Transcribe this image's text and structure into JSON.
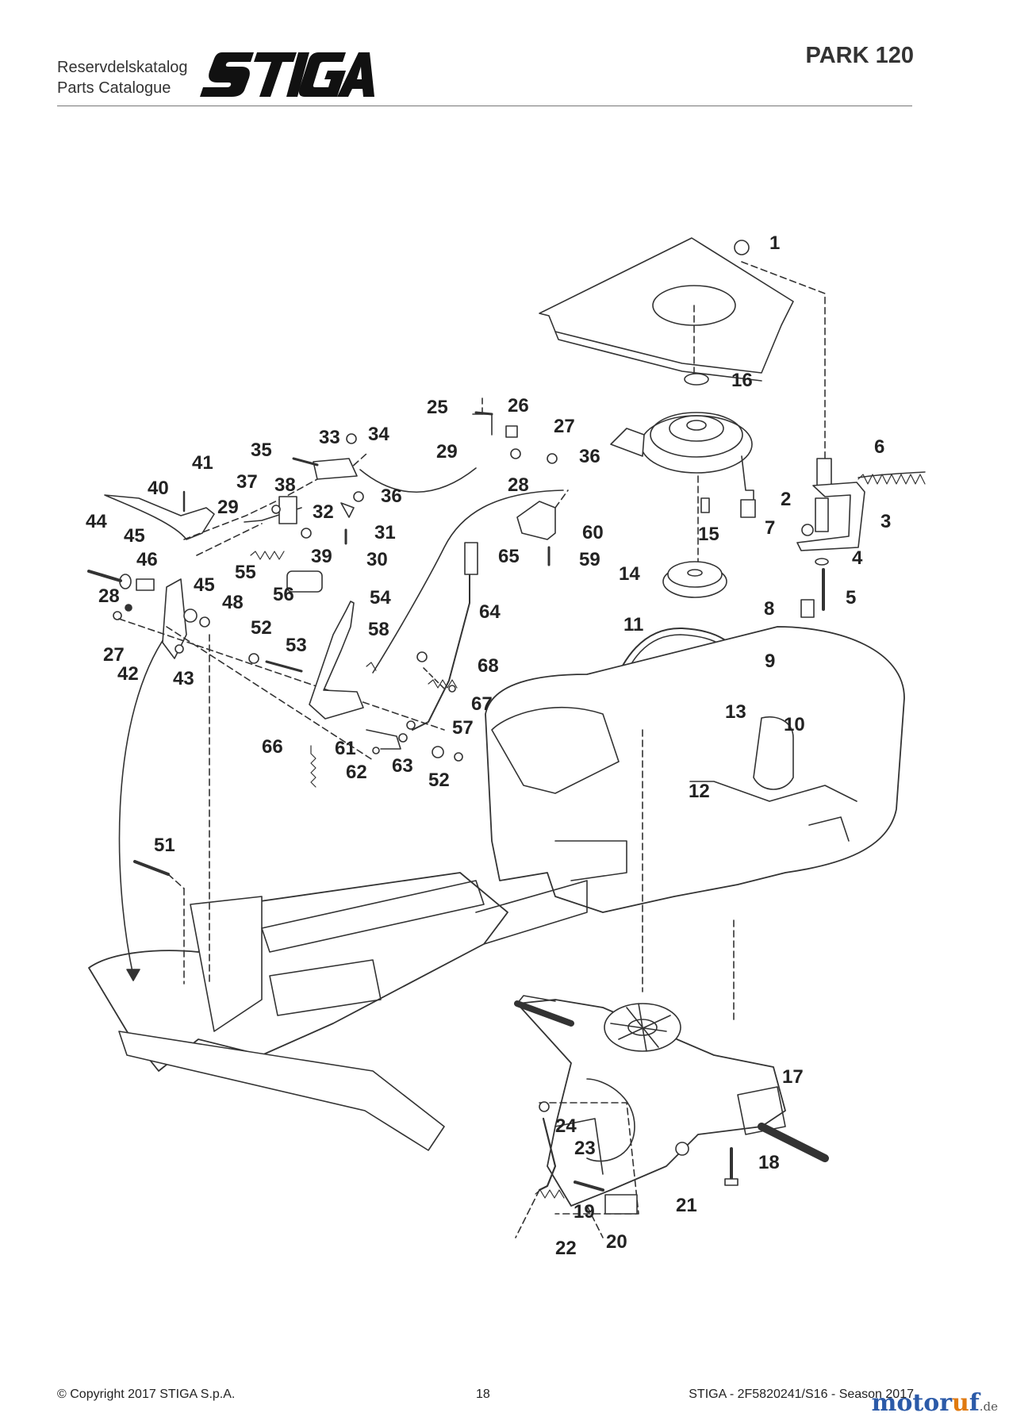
{
  "header": {
    "catalog_line1": "Reservdelskatalog",
    "catalog_line2": "Parts Catalogue",
    "brand": "STIGA",
    "model": "PARK 120"
  },
  "callouts": [
    "1",
    "2",
    "3",
    "4",
    "5",
    "6",
    "7",
    "8",
    "9",
    "10",
    "11",
    "12",
    "13",
    "14",
    "15",
    "16",
    "17",
    "18",
    "19",
    "20",
    "21",
    "22",
    "23",
    "24",
    "25",
    "26",
    "27",
    "28",
    "29",
    "30",
    "31",
    "32",
    "33",
    "34",
    "35",
    "36",
    "37",
    "38",
    "39",
    "40",
    "41",
    "42",
    "43",
    "44",
    "45",
    "46",
    "48",
    "51",
    "52",
    "53",
    "54",
    "55",
    "56",
    "57",
    "58",
    "59",
    "60",
    "61",
    "62",
    "63",
    "64",
    "65",
    "66",
    "67",
    "68"
  ],
  "footer": {
    "copyright": "© Copyright 2017 STIGA S.p.A.",
    "page": "18",
    "code": "STIGA - 2F5820241/S16 - Season 2017"
  },
  "watermark": {
    "main": "motor",
    "accent": "u",
    "end": "f",
    "domain": ".de"
  },
  "colors": {
    "line": "#333333",
    "text": "#222222",
    "rule": "#777777",
    "watermark": "#2b5aa8"
  }
}
